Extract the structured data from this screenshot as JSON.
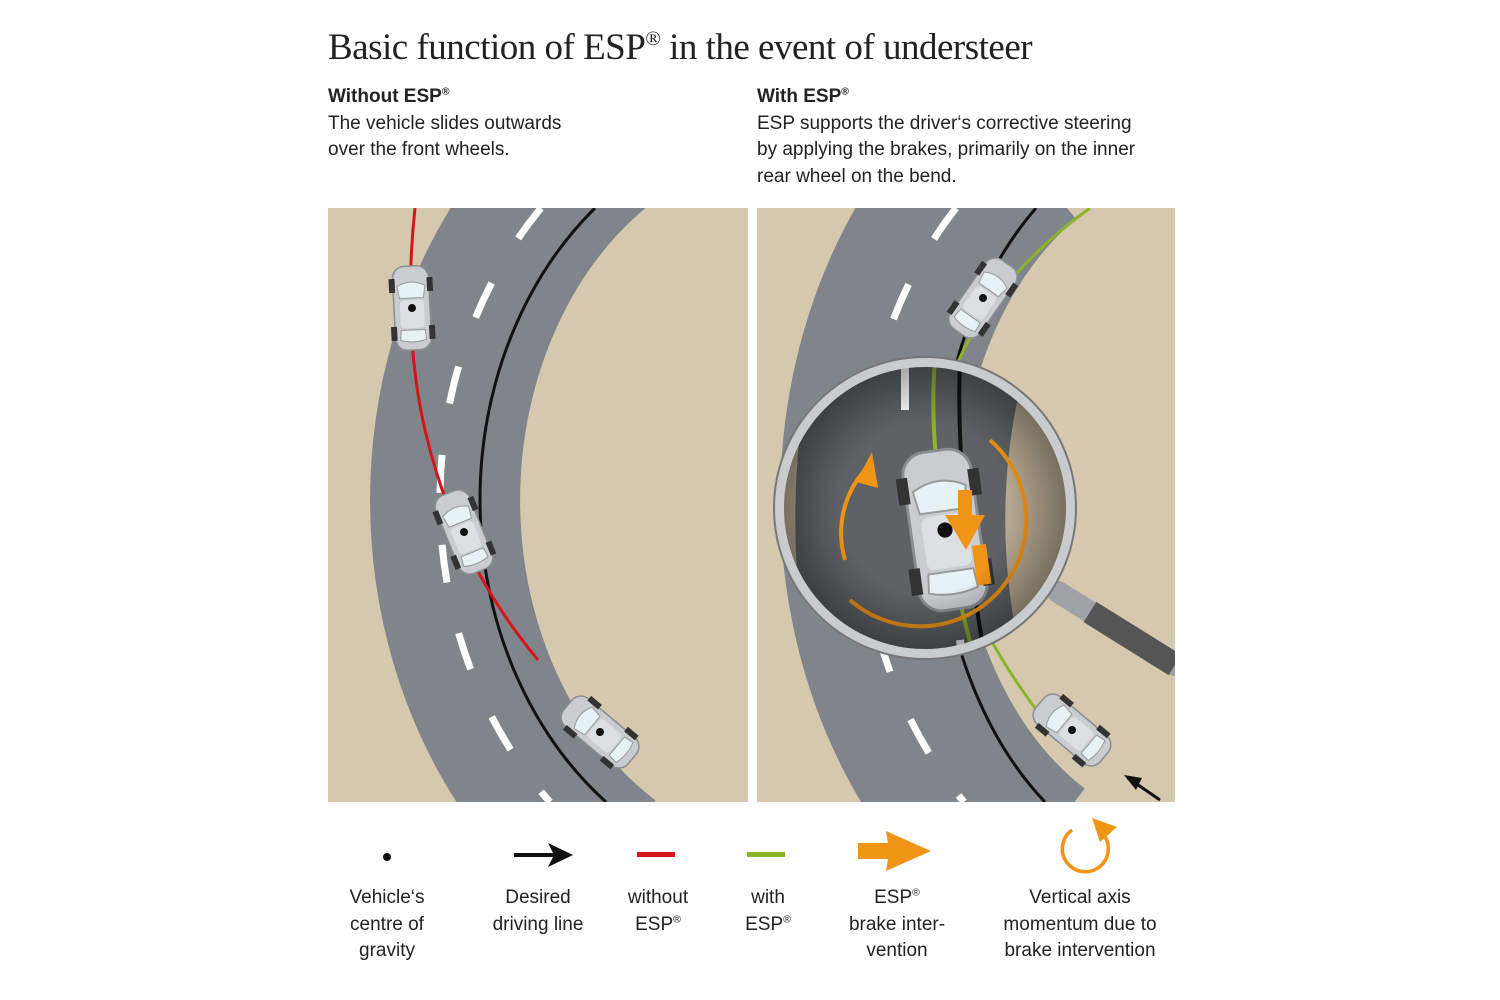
{
  "title": {
    "text": "Basic function of ESP",
    "reg": "®",
    "rest": " in the event of understeer"
  },
  "without": {
    "heading": "Without ESP",
    "reg": "®",
    "line1": "The vehicle slides outwards",
    "line2": "over the front wheels."
  },
  "with": {
    "heading": "With ESP",
    "reg": "®",
    "line1": "ESP supports the driver‘s corrective steering",
    "line2": "by applying the brakes, primarily on the inner",
    "line3": "rear wheel on the bend."
  },
  "legend": [
    {
      "icon": "dot-icon",
      "l1": "Vehicle‘s",
      "l2": "centre of",
      "l3": "gravity"
    },
    {
      "icon": "black-arrow-icon",
      "l1": "Desired",
      "l2": "driving line"
    },
    {
      "icon": "red-line-icon",
      "l1": "without",
      "l2": "ESP",
      "reg": "®"
    },
    {
      "icon": "green-line-icon",
      "l1": "with",
      "l2": "ESP",
      "reg": "®"
    },
    {
      "icon": "orange-arrow-icon",
      "l1": "ESP",
      "reg": "®",
      "l2": "brake inter-",
      "l3": "vention"
    },
    {
      "icon": "rotation-arrow-icon",
      "l1": "Vertical axis",
      "l2": "momentum due to",
      "l3": "brake intervention"
    }
  ],
  "colors": {
    "ground": "#d5c8ae",
    "road": "#80858b",
    "red": "#d7141a",
    "green": "#8db32b",
    "orange": "#ef9415"
  }
}
